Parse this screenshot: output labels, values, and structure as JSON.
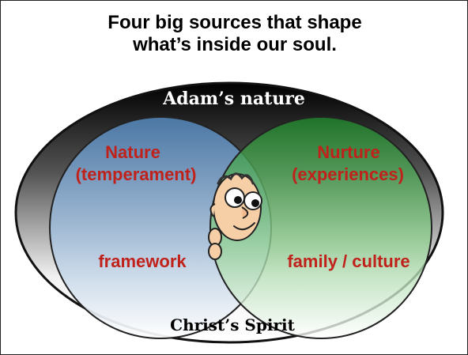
{
  "title": {
    "line1": "Four big sources that shape",
    "line2": "what’s inside our soul."
  },
  "diagram": {
    "outer_label": "Adam’s nature",
    "bottom_label": "Christ’s Spirit",
    "left_circle": {
      "title_line1": "Nature",
      "title_line2": "(temperament)",
      "sub_label": "framework"
    },
    "right_circle": {
      "title_line1": "Nurture",
      "title_line2": "(experiences)",
      "sub_label": "family / culture"
    },
    "center_figure_icon": "cartoon-peeking-face-icon"
  },
  "colors": {
    "outer_dark": "#111111",
    "left_circle": "#6a8fb8",
    "right_circle": "#2f9a3a",
    "label_red": "#c0211a"
  }
}
